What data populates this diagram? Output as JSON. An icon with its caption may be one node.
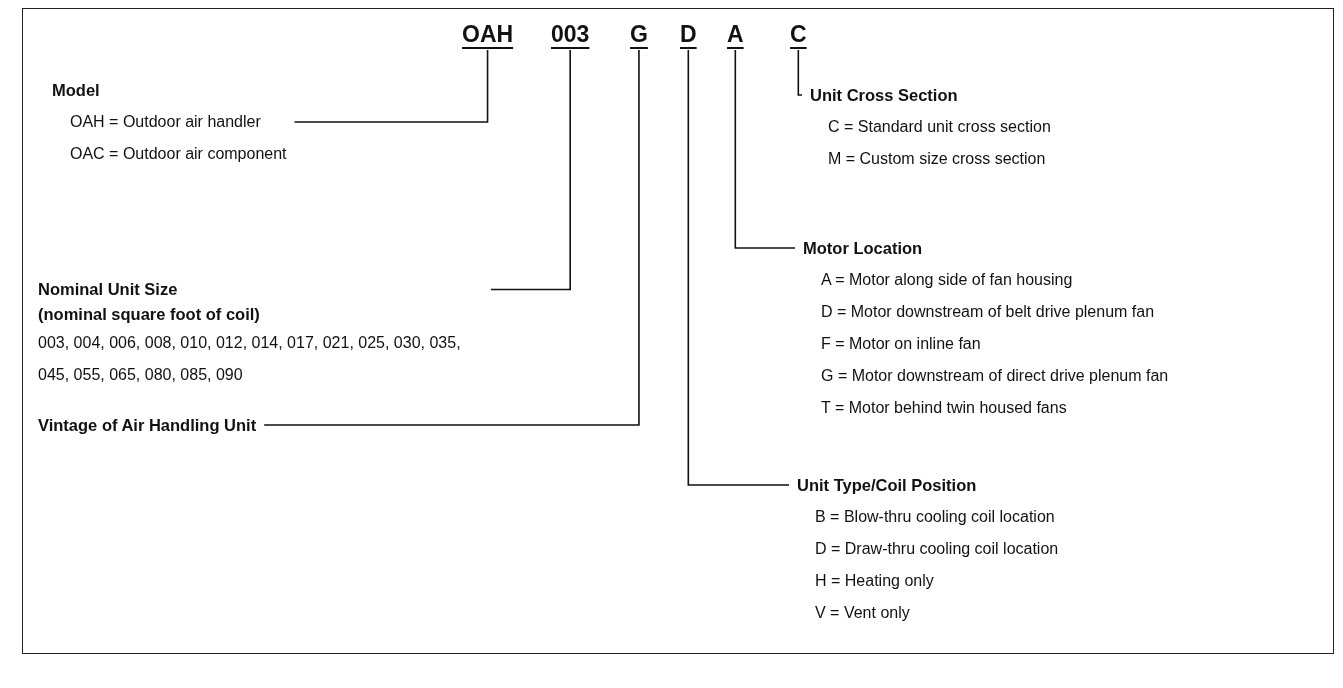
{
  "diagram": {
    "nodes": [
      {
        "text": [
          "OAH"
        ]
      },
      {
        "text": [
          "003"
        ]
      },
      {
        "text": [
          "G"
        ]
      },
      {
        "text": [
          "D"
        ]
      },
      {
        "text": [
          "A"
        ]
      },
      {
        "text": [
          "C"
        ]
      },
      {
        "text": [
          "Model",
          "OAH = Outdoor air handler",
          "OAC = Outdoor air component"
        ]
      },
      {
        "text": [
          "Unit Cross Section",
          "C = Standard unit cross section",
          "M = Custom size cross section"
        ]
      },
      {
        "text": [
          "Motor Location",
          "A = Motor along side of fan housing",
          "D = Motor downstream of belt drive plenum fan",
          "F = Motor on inline fan",
          "G = Motor downstream of direct drive plenum fan",
          "T = Motor behind twin housed fans"
        ]
      },
      {
        "text": [
          "Nominal Unit Size",
          "(nominal square foot of coil)",
          "003, 004, 006, 008, 010, 012, 014, 017, 021, 025, 030, 035, 045, 055, 065, 080, 085, 090"
        ]
      },
      {
        "text": [
          "Vintage of Air Handling Unit"
        ]
      },
      {
        "text": [
          "Unit Type/Coil Position",
          "B = Blow-thru cooling coil location",
          "D = Draw-thru cooling coil location",
          "H = Heating only",
          "V = Vent only"
        ]
      }
    ],
    "edges": [
      {
        "from": 0,
        "to": 6,
        "arrow": "none"
      },
      {
        "from": 1,
        "to": 9,
        "arrow": "none"
      },
      {
        "from": 2,
        "to": 10,
        "arrow": "none"
      },
      {
        "from": 3,
        "to": 11,
        "arrow": "none"
      },
      {
        "from": 4,
        "to": 8,
        "arrow": "none"
      },
      {
        "from": 5,
        "to": 7,
        "arrow": "none"
      }
    ]
  }
}
